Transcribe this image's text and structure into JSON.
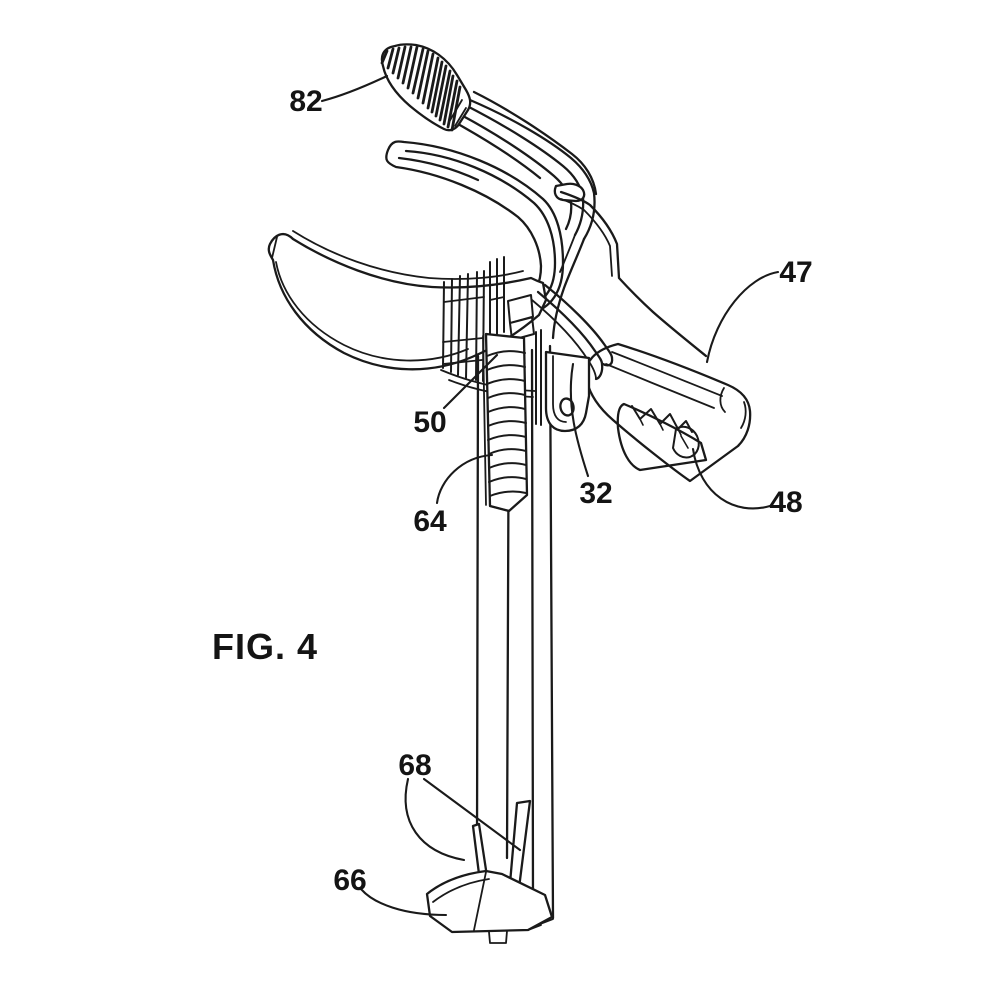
{
  "figure": {
    "caption": "FIG. 4",
    "labels": {
      "l82": "82",
      "l47": "47",
      "l48": "48",
      "l32": "32",
      "l50": "50",
      "l64": "64",
      "l68": "68",
      "l66": "66"
    },
    "colors": {
      "ink": "#1a1a1a",
      "background": "#ffffff"
    }
  }
}
